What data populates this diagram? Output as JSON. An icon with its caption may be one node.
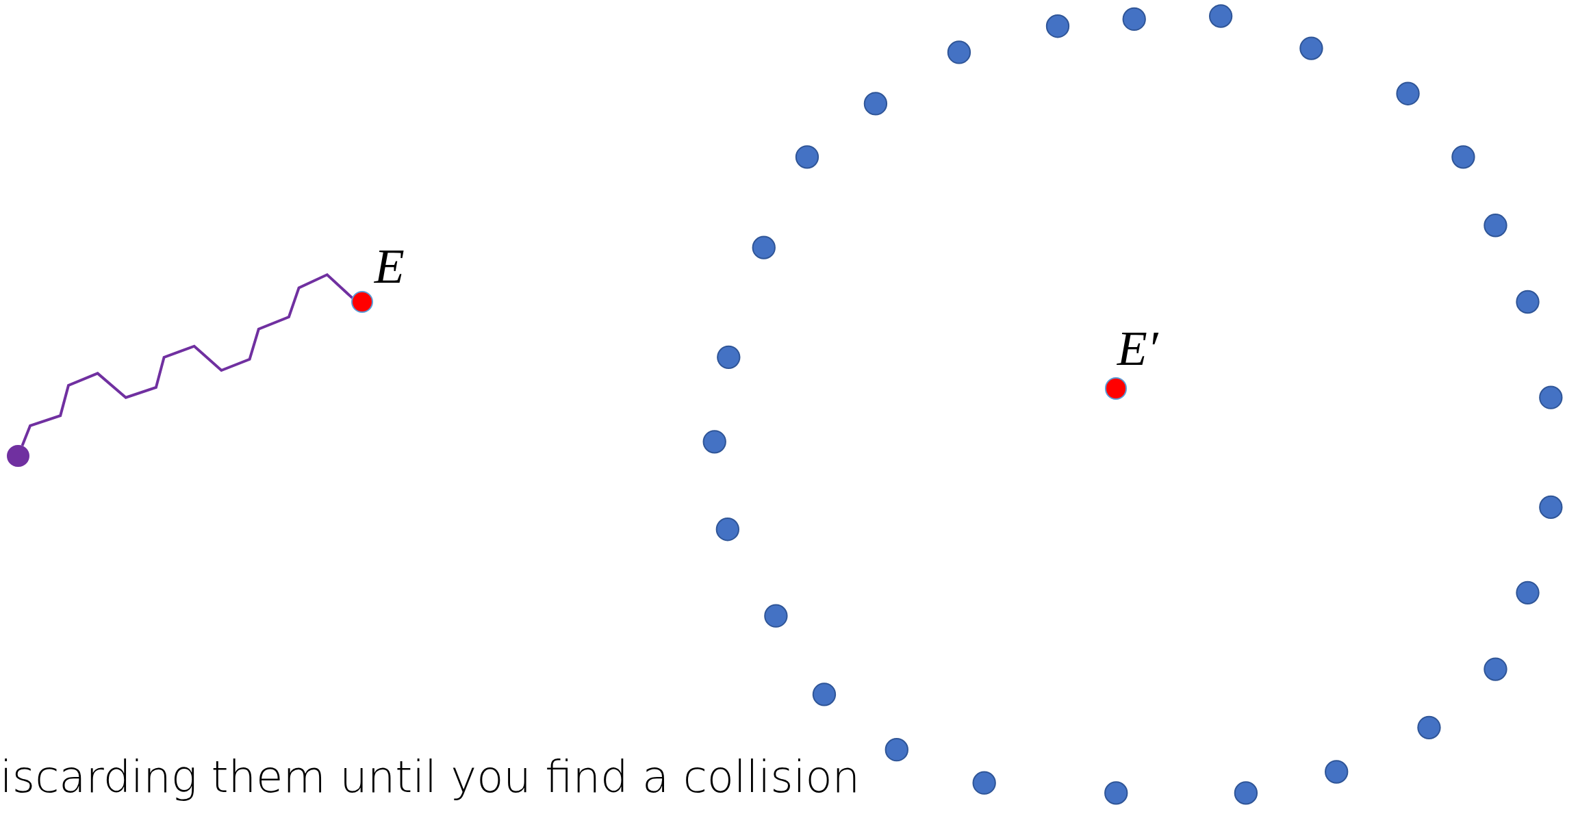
{
  "diagram": {
    "nodes": [
      {
        "text": [],
        "shape": "circle"
      },
      {
        "text": [],
        "shape": "circle",
        "beside": [
          "E"
        ]
      },
      {
        "text": [],
        "shape": "circle",
        "beside": [
          "E′"
        ]
      }
    ],
    "edges": [
      {
        "from": 0,
        "to": 1,
        "arrow": "none"
      }
    ],
    "labels": [
      "iscarding them until you find a collision"
    ]
  }
}
